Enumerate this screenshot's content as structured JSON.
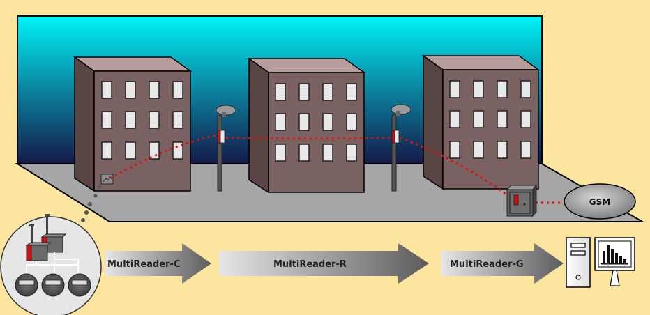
{
  "arrows": {
    "c_label": "MultiReader-C",
    "r_label": "MultiReader-R",
    "g_label": "MultiReader-G"
  },
  "gsm": {
    "label": "GSM"
  },
  "colors": {
    "background": "#fbe59f",
    "sky_top": "#00f2f4",
    "sky_bottom": "#141d4a",
    "ground": "#a6a6a6",
    "building_front": "#7b6262",
    "building_side": "#5a4545",
    "building_roof": "#b89d9d",
    "window": "#e8e8e8",
    "radio_link": "#e01010",
    "reader_red": "#d11111"
  },
  "icons": [
    "multireader-c-device-icon",
    "meter-icon",
    "street-lamp-icon",
    "multireader-r-device-icon",
    "multireader-g-cabinet-icon",
    "server-tower-icon",
    "monitor-chart-icon"
  ]
}
